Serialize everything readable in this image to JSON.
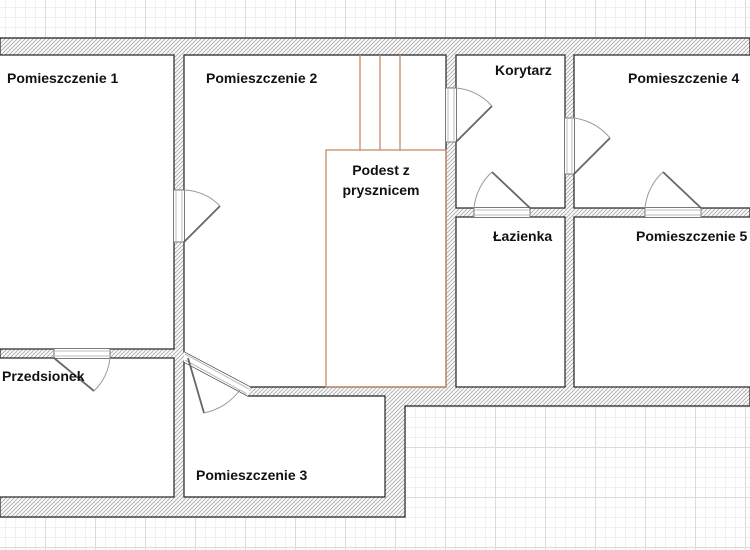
{
  "plan": {
    "rooms": [
      {
        "id": "room-1",
        "label": "Pomieszczenie 1"
      },
      {
        "id": "room-2",
        "label": "Pomieszczenie 2"
      },
      {
        "id": "corridor",
        "label": "Korytarz"
      },
      {
        "id": "room-4",
        "label": "Pomieszczenie 4"
      },
      {
        "id": "shower-platform",
        "label": "Podest z\nprysznicem"
      },
      {
        "id": "bathroom",
        "label": "Łazienka"
      },
      {
        "id": "room-5",
        "label": "Pomieszczenie 5"
      },
      {
        "id": "vestibule",
        "label": "Przedsionek"
      },
      {
        "id": "room-3",
        "label": "Pomieszczenie 3"
      }
    ],
    "colors": {
      "wall_line": "#222222",
      "wall_fill": "#ffffff",
      "wall_hatch": "#9a9a9a",
      "room_fill": "#ffffff",
      "shower_line": "#c58a66",
      "door_line": "#777777"
    }
  }
}
